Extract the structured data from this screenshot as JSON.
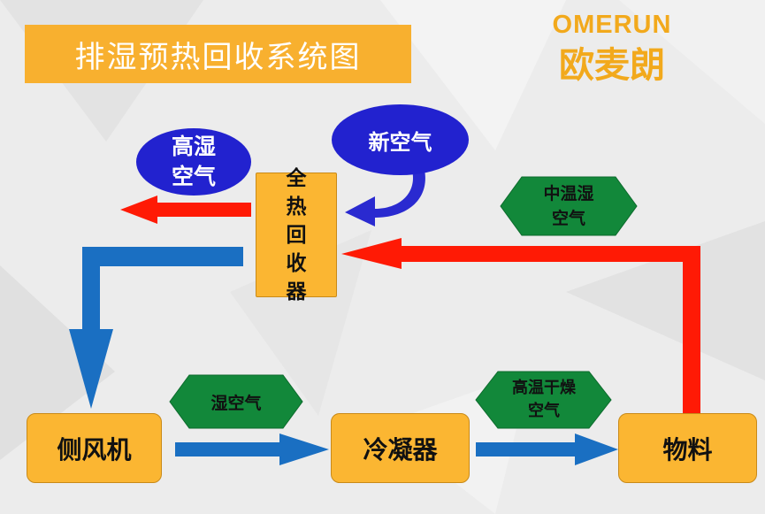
{
  "title": "排湿预热回收系统图",
  "brand": {
    "en": "OMERUN",
    "cn": "欧麦朗"
  },
  "nodes": {
    "heat_recovery": "全热回收器",
    "side_fan": "侧风机",
    "condenser": "冷凝器",
    "material": "物料"
  },
  "air_labels": {
    "exhaust": "高湿空气",
    "fresh": "新空气",
    "medium": "中温湿空气",
    "wet": "湿空气",
    "hot_dry": "高温干燥空气"
  },
  "colors": {
    "title_bg": "#f8b02f",
    "brand": "#f2a91c",
    "node": "#fbb632",
    "ellipse": "#2222cf",
    "hex": "#12883a",
    "red_arrow": "#ff1a05",
    "blue_arrow": "#1a6fc2"
  }
}
